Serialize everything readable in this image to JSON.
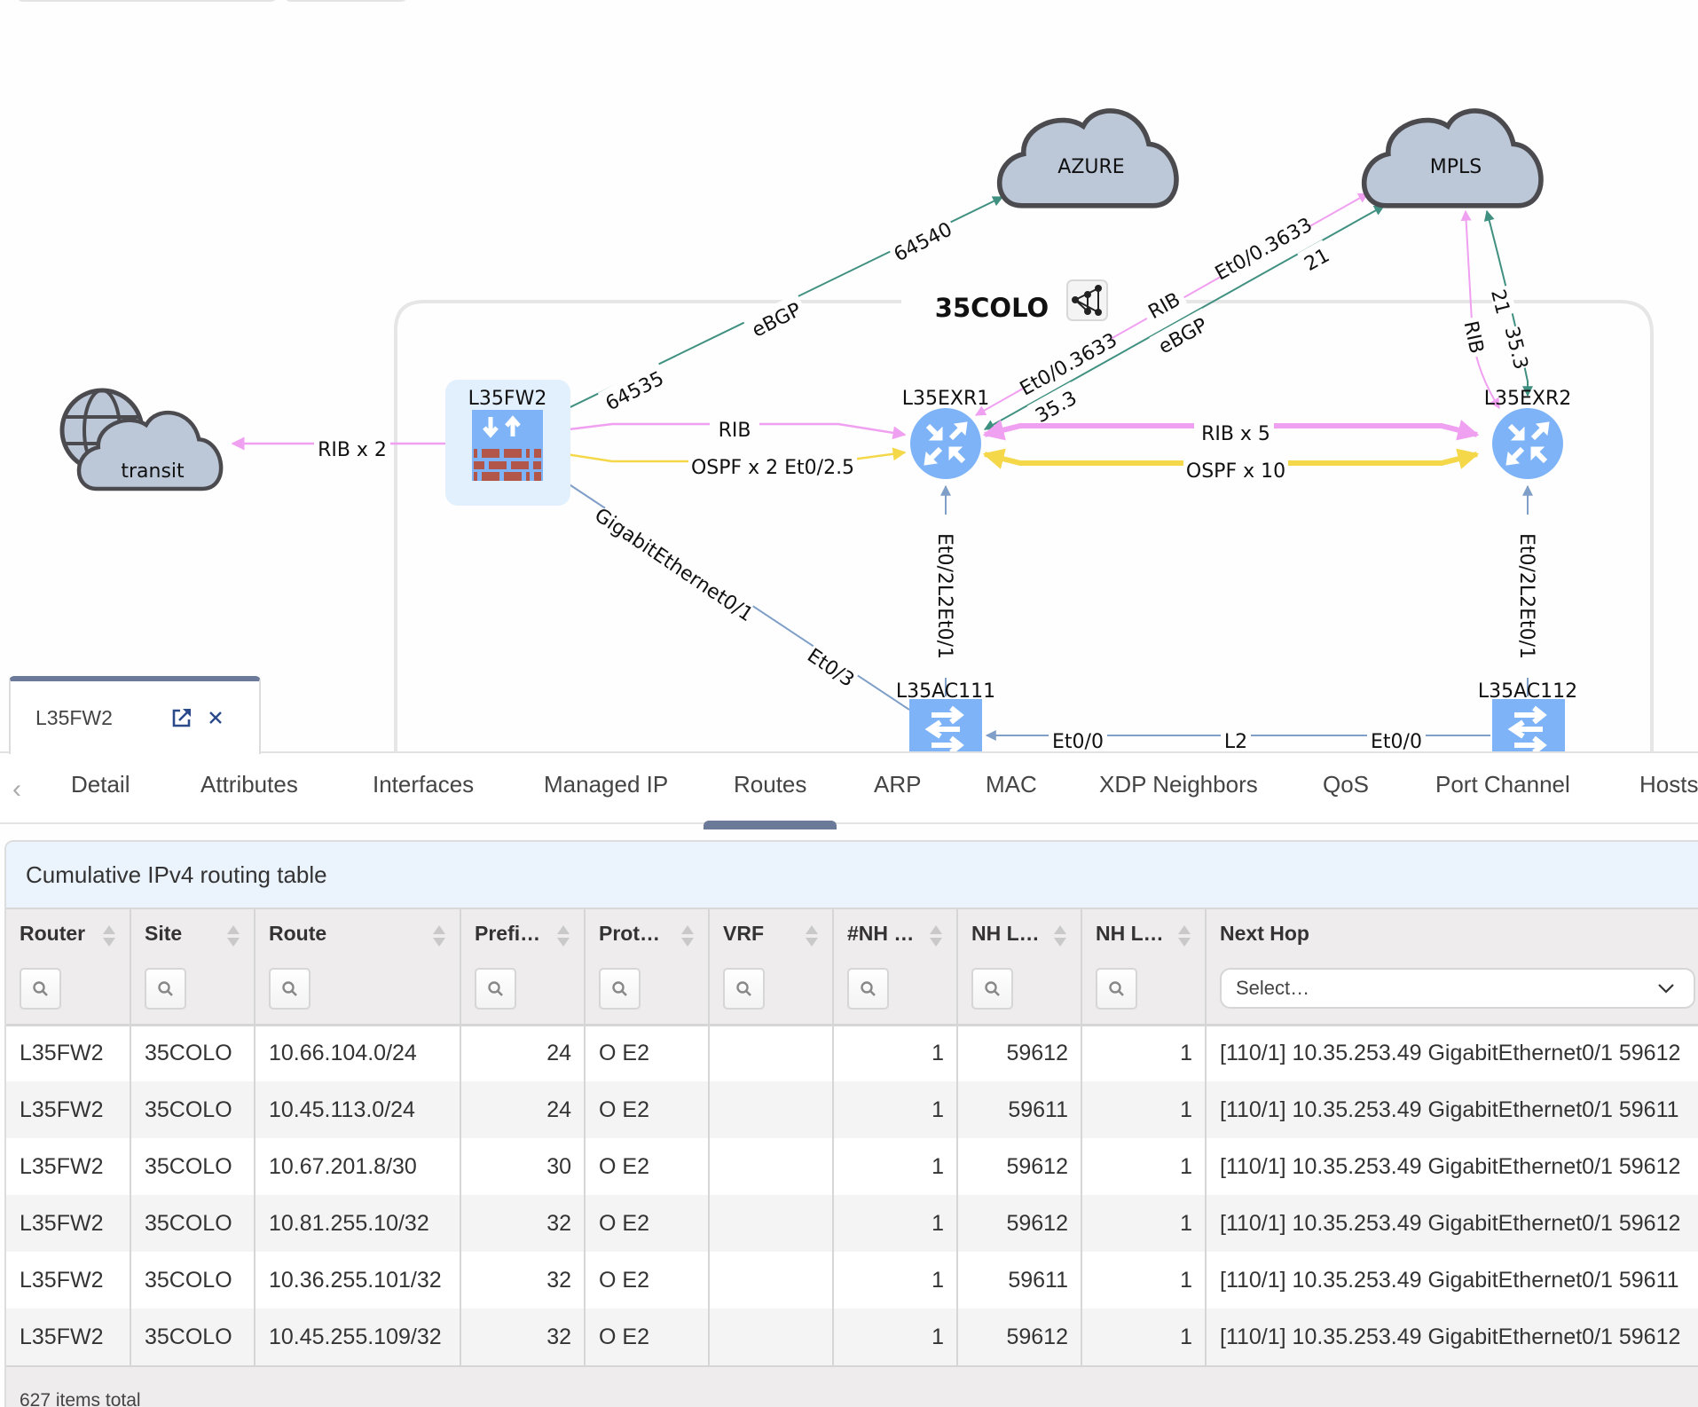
{
  "diagram": {
    "group": {
      "title": "35COLO",
      "layout_icon": "topology-layout-icon"
    },
    "nodes": {
      "transit": {
        "label": "transit",
        "type": "internet-cloud"
      },
      "azure": {
        "label": "AZURE",
        "type": "cloud"
      },
      "mpls": {
        "label": "MPLS",
        "type": "cloud"
      },
      "fw2": {
        "label": "L35FW2",
        "type": "firewall",
        "selected": true
      },
      "exr1": {
        "label": "L35EXR1",
        "type": "router"
      },
      "exr2": {
        "label": "L35EXR2",
        "type": "router"
      },
      "ac111": {
        "label": "L35AC111",
        "type": "switch"
      },
      "ac112": {
        "label": "L35AC112",
        "type": "switch"
      }
    },
    "edges": {
      "fw2_transit": {
        "label": "RIB x 2",
        "kind": "RIB"
      },
      "fw2_azure": {
        "labels": [
          "64535",
          "eBGP",
          "64540"
        ],
        "kind": "eBGP"
      },
      "fw2_exr1_rib": {
        "label": "RIB",
        "kind": "RIB"
      },
      "fw2_exr1_ospf": {
        "label": "OSPF x 2 Et0/2.5",
        "kind": "OSPF"
      },
      "fw2_ac111": {
        "labels": [
          "GigabitEthernet0/1",
          "Et0/3"
        ],
        "kind": "L2"
      },
      "exr1_mpls_rib": {
        "labels": [
          "Et0/0.3633",
          "RIB",
          "Et0/0.3633"
        ],
        "kind": "RIB"
      },
      "exr1_mpls_bgp": {
        "labels": [
          "35.3",
          "eBGP",
          "21"
        ],
        "kind": "eBGP"
      },
      "exr1_exr2_rib": {
        "label": "RIB x 5",
        "kind": "RIB"
      },
      "exr1_exr2_ospf": {
        "label": "OSPF x 10",
        "kind": "OSPF"
      },
      "exr2_mpls_rib": {
        "label": "RIB",
        "kind": "RIB"
      },
      "exr2_mpls_bgp": {
        "labels": [
          "21",
          "35.3"
        ],
        "kind": "eBGP"
      },
      "exr1_ac111": {
        "label": "Et0/2L2Et0/1",
        "kind": "L2"
      },
      "exr2_ac112": {
        "label": "Et0/2L2Et0/1",
        "kind": "L2"
      },
      "ac111_ac112": {
        "labels": [
          "Et0/0",
          "L2",
          "Et0/0"
        ],
        "kind": "L2"
      }
    },
    "colors": {
      "RIB": "#f0a0f0",
      "eBGP": "#3f9080",
      "OSPF": "#f5d84a",
      "L2": "#7f9fc8",
      "cloud_fill": "#bcc7d8",
      "device_fill": "#7eb4f7",
      "selection": "#e2effd",
      "firewall_brick": "#b3564a"
    }
  },
  "detail_tab": {
    "title": "L35FW2",
    "open_icon": "external-link-icon",
    "close_icon": "close-icon"
  },
  "tabs": {
    "items": [
      {
        "label": "Detail"
      },
      {
        "label": "Attributes"
      },
      {
        "label": "Interfaces"
      },
      {
        "label": "Managed IP"
      },
      {
        "label": "Routes",
        "active": true
      },
      {
        "label": "ARP"
      },
      {
        "label": "MAC"
      },
      {
        "label": "XDP Neighbors"
      },
      {
        "label": "QoS"
      },
      {
        "label": "Port Channel"
      },
      {
        "label": "Hosts"
      }
    ]
  },
  "table": {
    "title": "Cumulative IPv4 routing table",
    "columns": [
      {
        "label": "Router"
      },
      {
        "label": "Site"
      },
      {
        "label": "Route"
      },
      {
        "label": "Prefi…"
      },
      {
        "label": "Prot…"
      },
      {
        "label": "VRF"
      },
      {
        "label": "#NH …"
      },
      {
        "label": "NH L…"
      },
      {
        "label": "NH L…"
      },
      {
        "label": "Next Hop"
      }
    ],
    "next_hop_filter_placeholder": "Select…",
    "rows": [
      [
        "L35FW2",
        "35COLO",
        "10.66.104.0/24",
        "24",
        "O E2",
        "",
        "1",
        "59612",
        "1",
        "[110/1] 10.35.253.49 GigabitEthernet0/1 59612"
      ],
      [
        "L35FW2",
        "35COLO",
        "10.45.113.0/24",
        "24",
        "O E2",
        "",
        "1",
        "59611",
        "1",
        "[110/1] 10.35.253.49 GigabitEthernet0/1 59611"
      ],
      [
        "L35FW2",
        "35COLO",
        "10.67.201.8/30",
        "30",
        "O E2",
        "",
        "1",
        "59612",
        "1",
        "[110/1] 10.35.253.49 GigabitEthernet0/1 59612"
      ],
      [
        "L35FW2",
        "35COLO",
        "10.81.255.10/32",
        "32",
        "O E2",
        "",
        "1",
        "59612",
        "1",
        "[110/1] 10.35.253.49 GigabitEthernet0/1 59612"
      ],
      [
        "L35FW2",
        "35COLO",
        "10.36.255.101/32",
        "32",
        "O E2",
        "",
        "1",
        "59611",
        "1",
        "[110/1] 10.35.253.49 GigabitEthernet0/1 59611"
      ],
      [
        "L35FW2",
        "35COLO",
        "10.45.255.109/32",
        "32",
        "O E2",
        "",
        "1",
        "59612",
        "1",
        "[110/1] 10.35.253.49 GigabitEthernet0/1 59612"
      ]
    ],
    "footer": "627 items total"
  }
}
